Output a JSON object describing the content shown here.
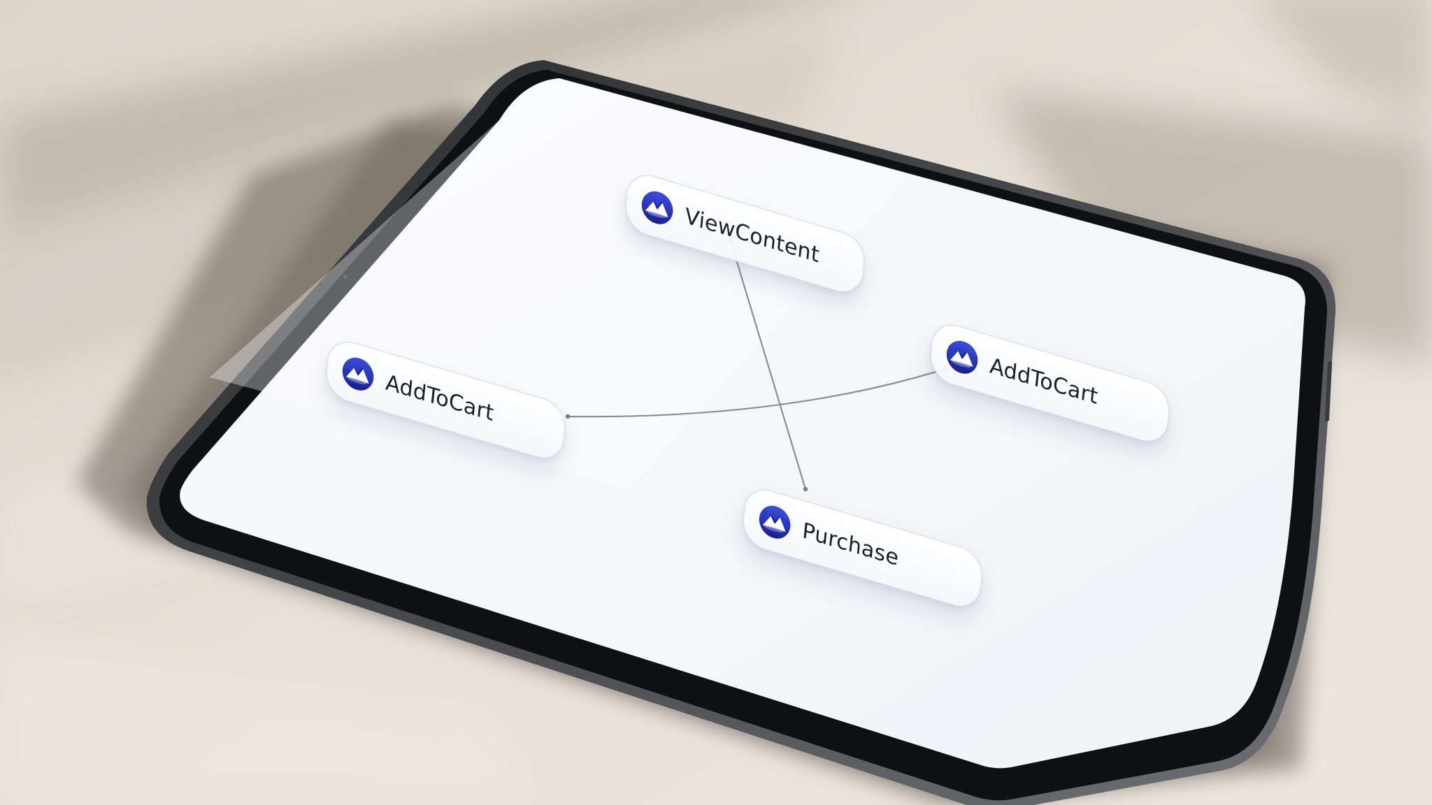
{
  "colors": {
    "background": "#e8e2d9",
    "screen": "#f7f8fb",
    "bezel": "#111214",
    "frame": "#5b5d62",
    "accent": "#2d3fd0",
    "edge": "#8a8d94"
  },
  "device": {
    "type": "tablet"
  },
  "diagram": {
    "nodes": [
      {
        "id": "view-content",
        "label": "ViewContent",
        "icon": "event-pixel-icon"
      },
      {
        "id": "add-to-cart-left",
        "label": "AddToCart",
        "icon": "event-pixel-icon"
      },
      {
        "id": "add-to-cart-right",
        "label": "AddToCart",
        "icon": "event-pixel-icon"
      },
      {
        "id": "purchase",
        "label": "Purchase",
        "icon": "event-pixel-icon"
      }
    ],
    "edges": [
      {
        "from": "view-content",
        "to": "purchase"
      },
      {
        "from": "add-to-cart-left",
        "to": "add-to-cart-right"
      }
    ]
  }
}
